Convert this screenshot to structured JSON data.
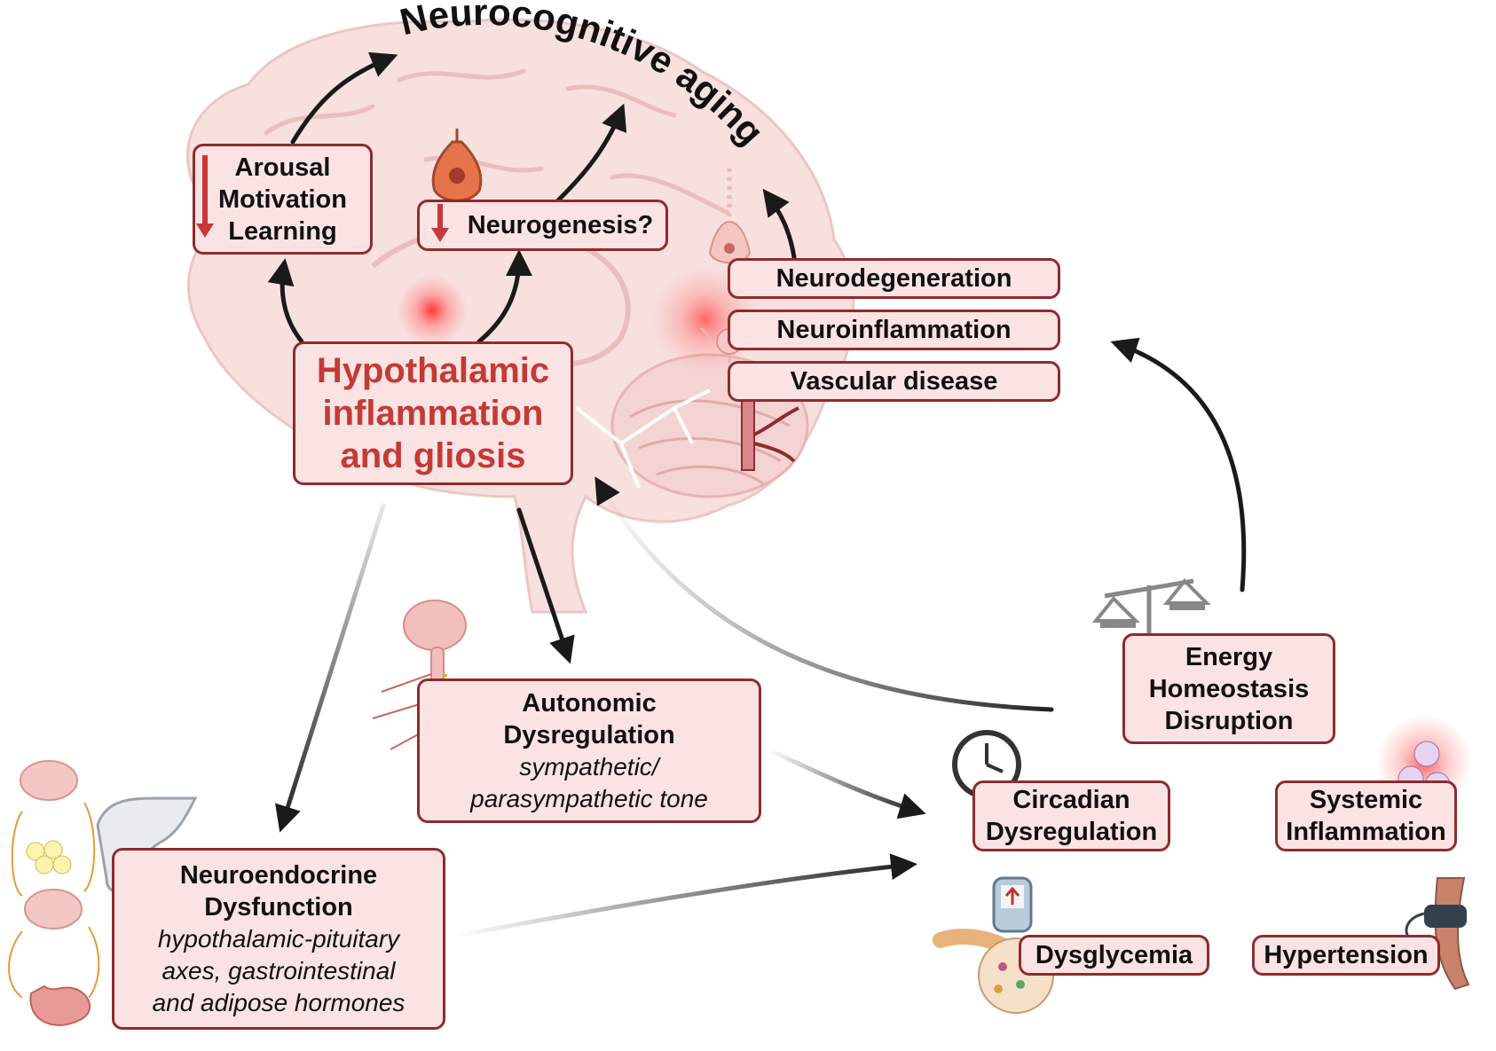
{
  "title": "Neurocognitive aging",
  "boxes": {
    "arousal": {
      "lines": [
        "Arousal",
        "Motivation",
        "Learning"
      ]
    },
    "neurogenesis": {
      "label": "Neurogenesis?"
    },
    "neurodegeneration": {
      "label": "Neurodegeneration"
    },
    "neuroinflammation": {
      "label": "Neuroinflammation"
    },
    "vascular": {
      "label": "Vascular disease"
    },
    "hypothalamic": {
      "lines": [
        "Hypothalamic",
        "inflammation",
        "and gliosis"
      ]
    },
    "autonomic": {
      "lines": [
        "Autonomic",
        "Dysregulation"
      ],
      "italic": [
        "sympathetic/",
        "parasympathetic tone"
      ]
    },
    "neuroendocrine": {
      "lines": [
        "Neuroendocrine",
        "Dysfunction"
      ],
      "italic": [
        "hypothalamic-pituitary",
        "axes, gastrointestinal",
        "and adipose hormones"
      ]
    },
    "energy": {
      "lines": [
        "Energy",
        "Homeostasis",
        "Disruption"
      ]
    },
    "circadian": {
      "lines": [
        "Circadian",
        "Dysregulation"
      ]
    },
    "systemic": {
      "lines": [
        "Systemic",
        "Inflammation"
      ]
    },
    "dysglycemia": {
      "label": "Dysglycemia"
    },
    "hypertension": {
      "label": "Hypertension"
    }
  },
  "icons": [
    "brain-illustration",
    "neuron-icon",
    "glial-cell-icon",
    "blood-vessel-icon",
    "spinal-cord-icon",
    "pituitary-icon",
    "organ-cycle-icon",
    "balance-scale-icon",
    "clock-icon",
    "glucometer-icon",
    "pancreas-icon",
    "immune-cells-icon",
    "blood-pressure-cuff-icon"
  ],
  "colors": {
    "box_fill": "#fbe3e3",
    "box_border": "#8e2b2e",
    "accent_red": "#c33a36",
    "arrow": "#1a1a1a"
  }
}
